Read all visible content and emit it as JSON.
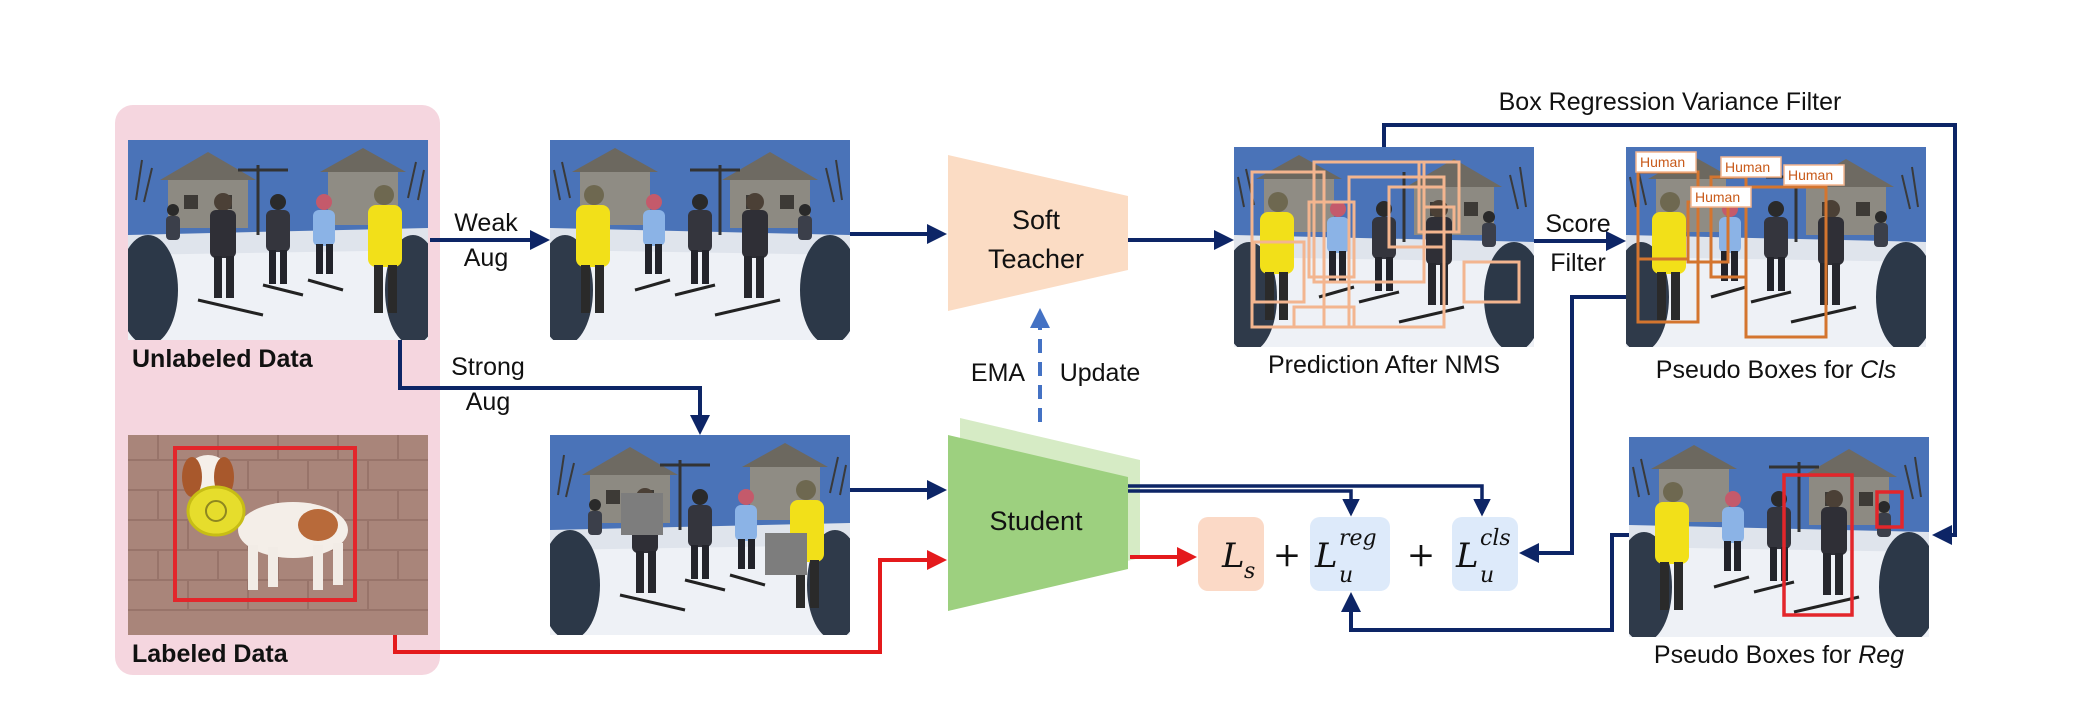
{
  "labels": {
    "unlabeled_data": "Unlabeled Data",
    "labeled_data": "Labeled Data",
    "weak_aug_1": "Weak",
    "weak_aug_2": "Aug",
    "strong_aug_1": "Strong",
    "strong_aug_2": "Aug",
    "soft_teacher_1": "Soft",
    "soft_teacher_2": "Teacher",
    "student": "Student",
    "ema": "EMA",
    "update": "Update",
    "prediction_after_nms": "Prediction After NMS",
    "box_regression_variance_filter": "Box Regression Variance Filter",
    "score_filter_1": "Score",
    "score_filter_2": "Filter",
    "pseudo_boxes_cls_prefix": "Pseudo Boxes for ",
    "pseudo_boxes_cls_italic": "Cls",
    "pseudo_boxes_reg_prefix": "Pseudo Boxes for ",
    "pseudo_boxes_reg_italic": "Reg",
    "human_tag": "Human"
  },
  "losses": {
    "ls_main": "L",
    "ls_sub": "s",
    "plus": "+",
    "lreg_main": "L",
    "lreg_sub": "u",
    "lreg_sup": "reg",
    "lcls_main": "L",
    "lcls_sub": "u",
    "lcls_sup": "cls"
  },
  "colors": {
    "navy_arrow": "#0d2566",
    "red_arrow": "#e41a1c",
    "ema_arrow": "#4472c4",
    "teacher_fill": "#fbdcc4",
    "student_fill": "#9dd07f",
    "student_back": "#d6ebc5",
    "data_panel": "#f5d6df",
    "ls_box": "#fbd9c6",
    "lu_box": "#ddeafa",
    "box_light": "#f3b58f",
    "box_orange": "#d4752f",
    "box_red": "#e3262b"
  }
}
